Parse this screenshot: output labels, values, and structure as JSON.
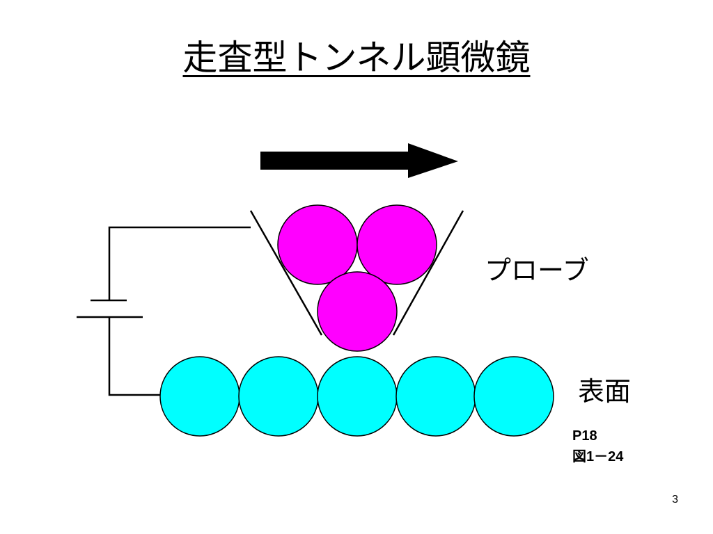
{
  "slide": {
    "title": "走査型トンネル顕微鏡",
    "probe_label": "プローブ",
    "surface_label": "表面",
    "reference_page": "P18",
    "reference_figure": "図1－24",
    "page_number": "3"
  },
  "colors": {
    "probe_atom": "#ff00ff",
    "surface_atom": "#00ffff",
    "line": "#000000"
  },
  "diagram": {
    "probe_atom_count": 3,
    "surface_atom_count": 5,
    "arrow_direction": "right"
  }
}
